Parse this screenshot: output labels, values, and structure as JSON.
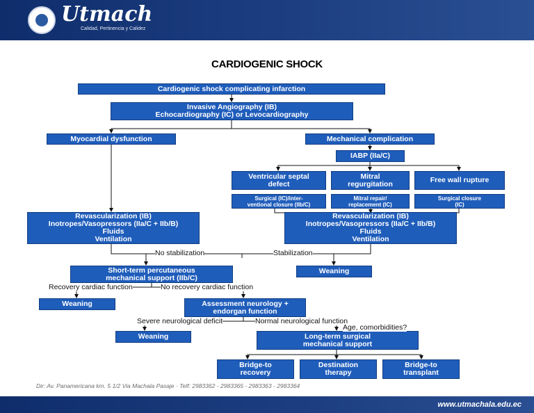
{
  "header": {
    "brand": "Utmach",
    "tagline": "Calidad, Pertinencia y Calidez",
    "seal_icon": "university-seal-icon"
  },
  "title": "CARDIOGENIC SHOCK",
  "boxes": {
    "root": "Cardiogenic shock complicating infarction",
    "angio": "Invasive Angiography (IB)\nEchocardiography (IC) or Levocardiography",
    "myo": "Myocardial dysfunction",
    "mech": "Mechanical complication",
    "iabp": "IABP (IIa/C)",
    "vsd": "Ventricular septal\ndefect",
    "mitral": "Mitral\nregurgitation",
    "fwr": "Free wall rupture",
    "vsd_tx": "Surgical (IC)/inter-\nventional closure (IIb/C)",
    "mitral_tx": "Mitral repair/\nreplacement (IC)",
    "fwr_tx": "Surgical closure\n(IC)",
    "revasc_left": "Revascularization (IB)\nInotropes/Vasopressors (IIa/C + IIb/B)\nFluids\nVentilation",
    "revasc_right": "Revascularization (IB)\nInotropes/Vasopressors (IIa/C + IIb/B)\nFluids\nVentilation",
    "short_term": "Short-term percutaneous\nmechanical support (IIb/C)",
    "weaning_stab": "Weaning",
    "weaning_recovery": "Weaning",
    "assessment": "Assessment neurology +\nendorgan function",
    "weaning_severe": "Weaning",
    "long_term": "Long-term surgical\nmechanical support",
    "bridge_recovery": "Bridge-to\nrecovery",
    "destination": "Destination\ntherapy",
    "bridge_transplant": "Bridge-to\ntransplant"
  },
  "labels": {
    "no_stabilization": "No stabilization",
    "stabilization": "Stabilization",
    "recovery_cardiac": "Recovery cardiac function",
    "no_recovery_cardiac": "No recovery cardiac function",
    "severe_neuro": "Severe neurological deficit",
    "normal_neuro": "Normal neurological function",
    "age_comorbidities": "Age, comorbidities?"
  },
  "footer": {
    "address": "Dir: Av. Panamericana km. 5 1/2 Via Machala Pasaje · Telf: 2983362 - 2983365 - 2983363 - 2983364",
    "website": "www.utmachala.edu.ec"
  },
  "colors": {
    "header": "#1d3f82",
    "box": "#1f5dbb",
    "box_border": "#113d80"
  }
}
